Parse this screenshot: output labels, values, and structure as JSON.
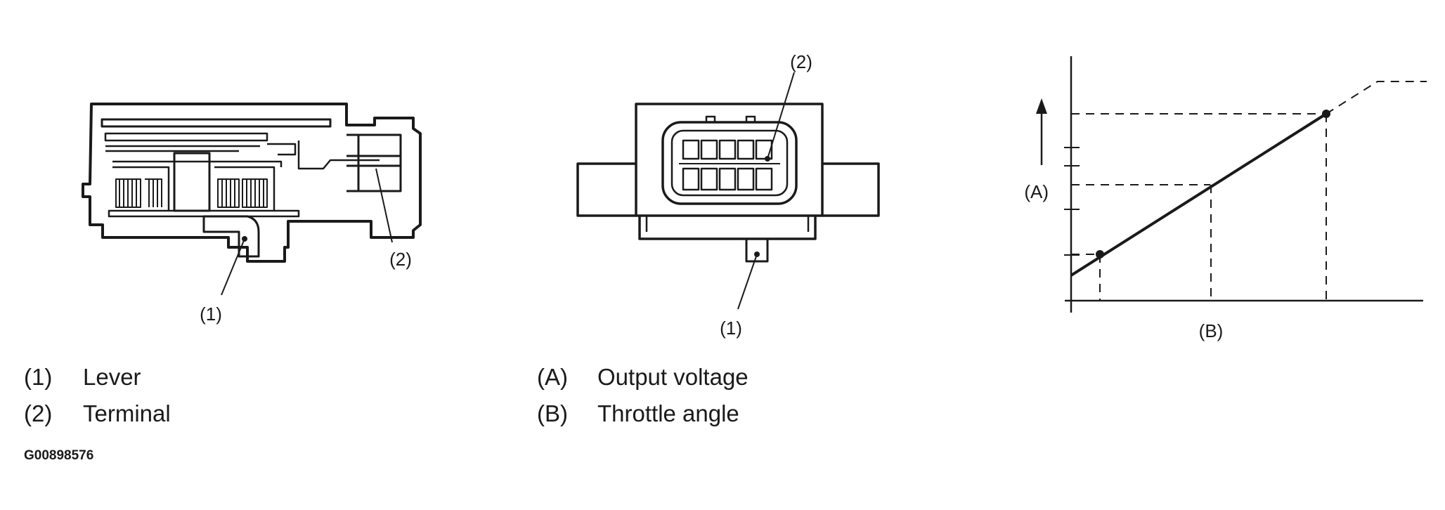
{
  "sensor_side_view": {
    "callouts": [
      {
        "id": "lever",
        "label": "(1)"
      },
      {
        "id": "terminal",
        "label": "(2)"
      }
    ]
  },
  "sensor_front_view": {
    "callouts": [
      {
        "id": "terminal",
        "label": "(2)"
      },
      {
        "id": "lever",
        "label": "(1)"
      }
    ]
  },
  "graph": {
    "y_axis_label": "(A)",
    "x_axis_label": "(B)"
  },
  "legend": {
    "left": [
      {
        "key": "(1)",
        "text": "Lever"
      },
      {
        "key": "(2)",
        "text": "Terminal"
      }
    ],
    "right": [
      {
        "key": "(A)",
        "text": "Output voltage"
      },
      {
        "key": "(B)",
        "text": "Throttle angle"
      }
    ]
  },
  "figure_id": "G00898576",
  "colors": {
    "ink": "#1a1a1a",
    "background": "#ffffff"
  }
}
